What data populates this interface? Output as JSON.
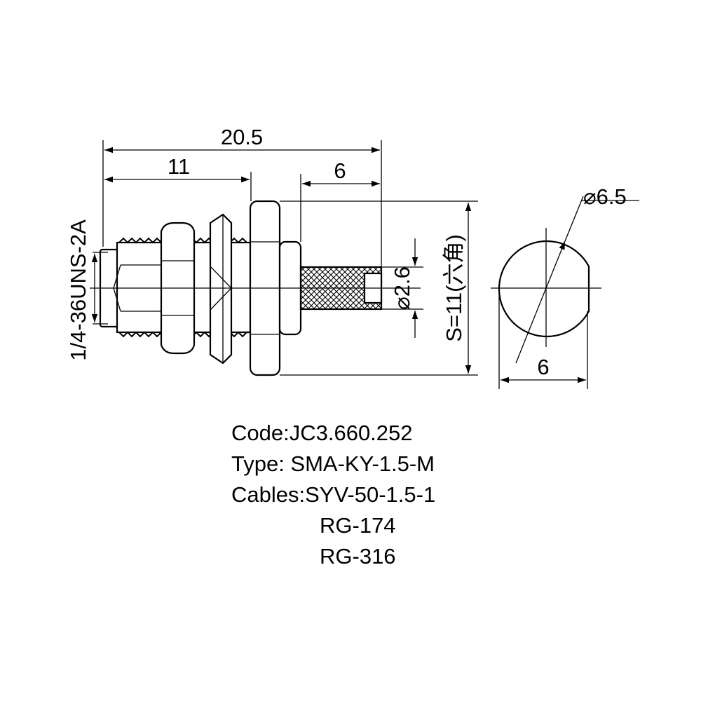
{
  "dimensions": {
    "overall_length": "20.5",
    "front_length": "11",
    "rear_length": "6",
    "thread": "1/4-36UNS-2A",
    "crimp_diameter": "2.6",
    "hex_size": "S=11(六角)",
    "flange_diameter": "6.5",
    "flat_width": "6",
    "diameter_symbol": "⌀"
  },
  "specs": {
    "code": "Code:JC3.660.252",
    "type": "Type: SMA-KY-1.5-M",
    "cables": "Cables:SYV-50-1.5-1",
    "cable_2": "RG-174",
    "cable_3": "RG-316"
  }
}
